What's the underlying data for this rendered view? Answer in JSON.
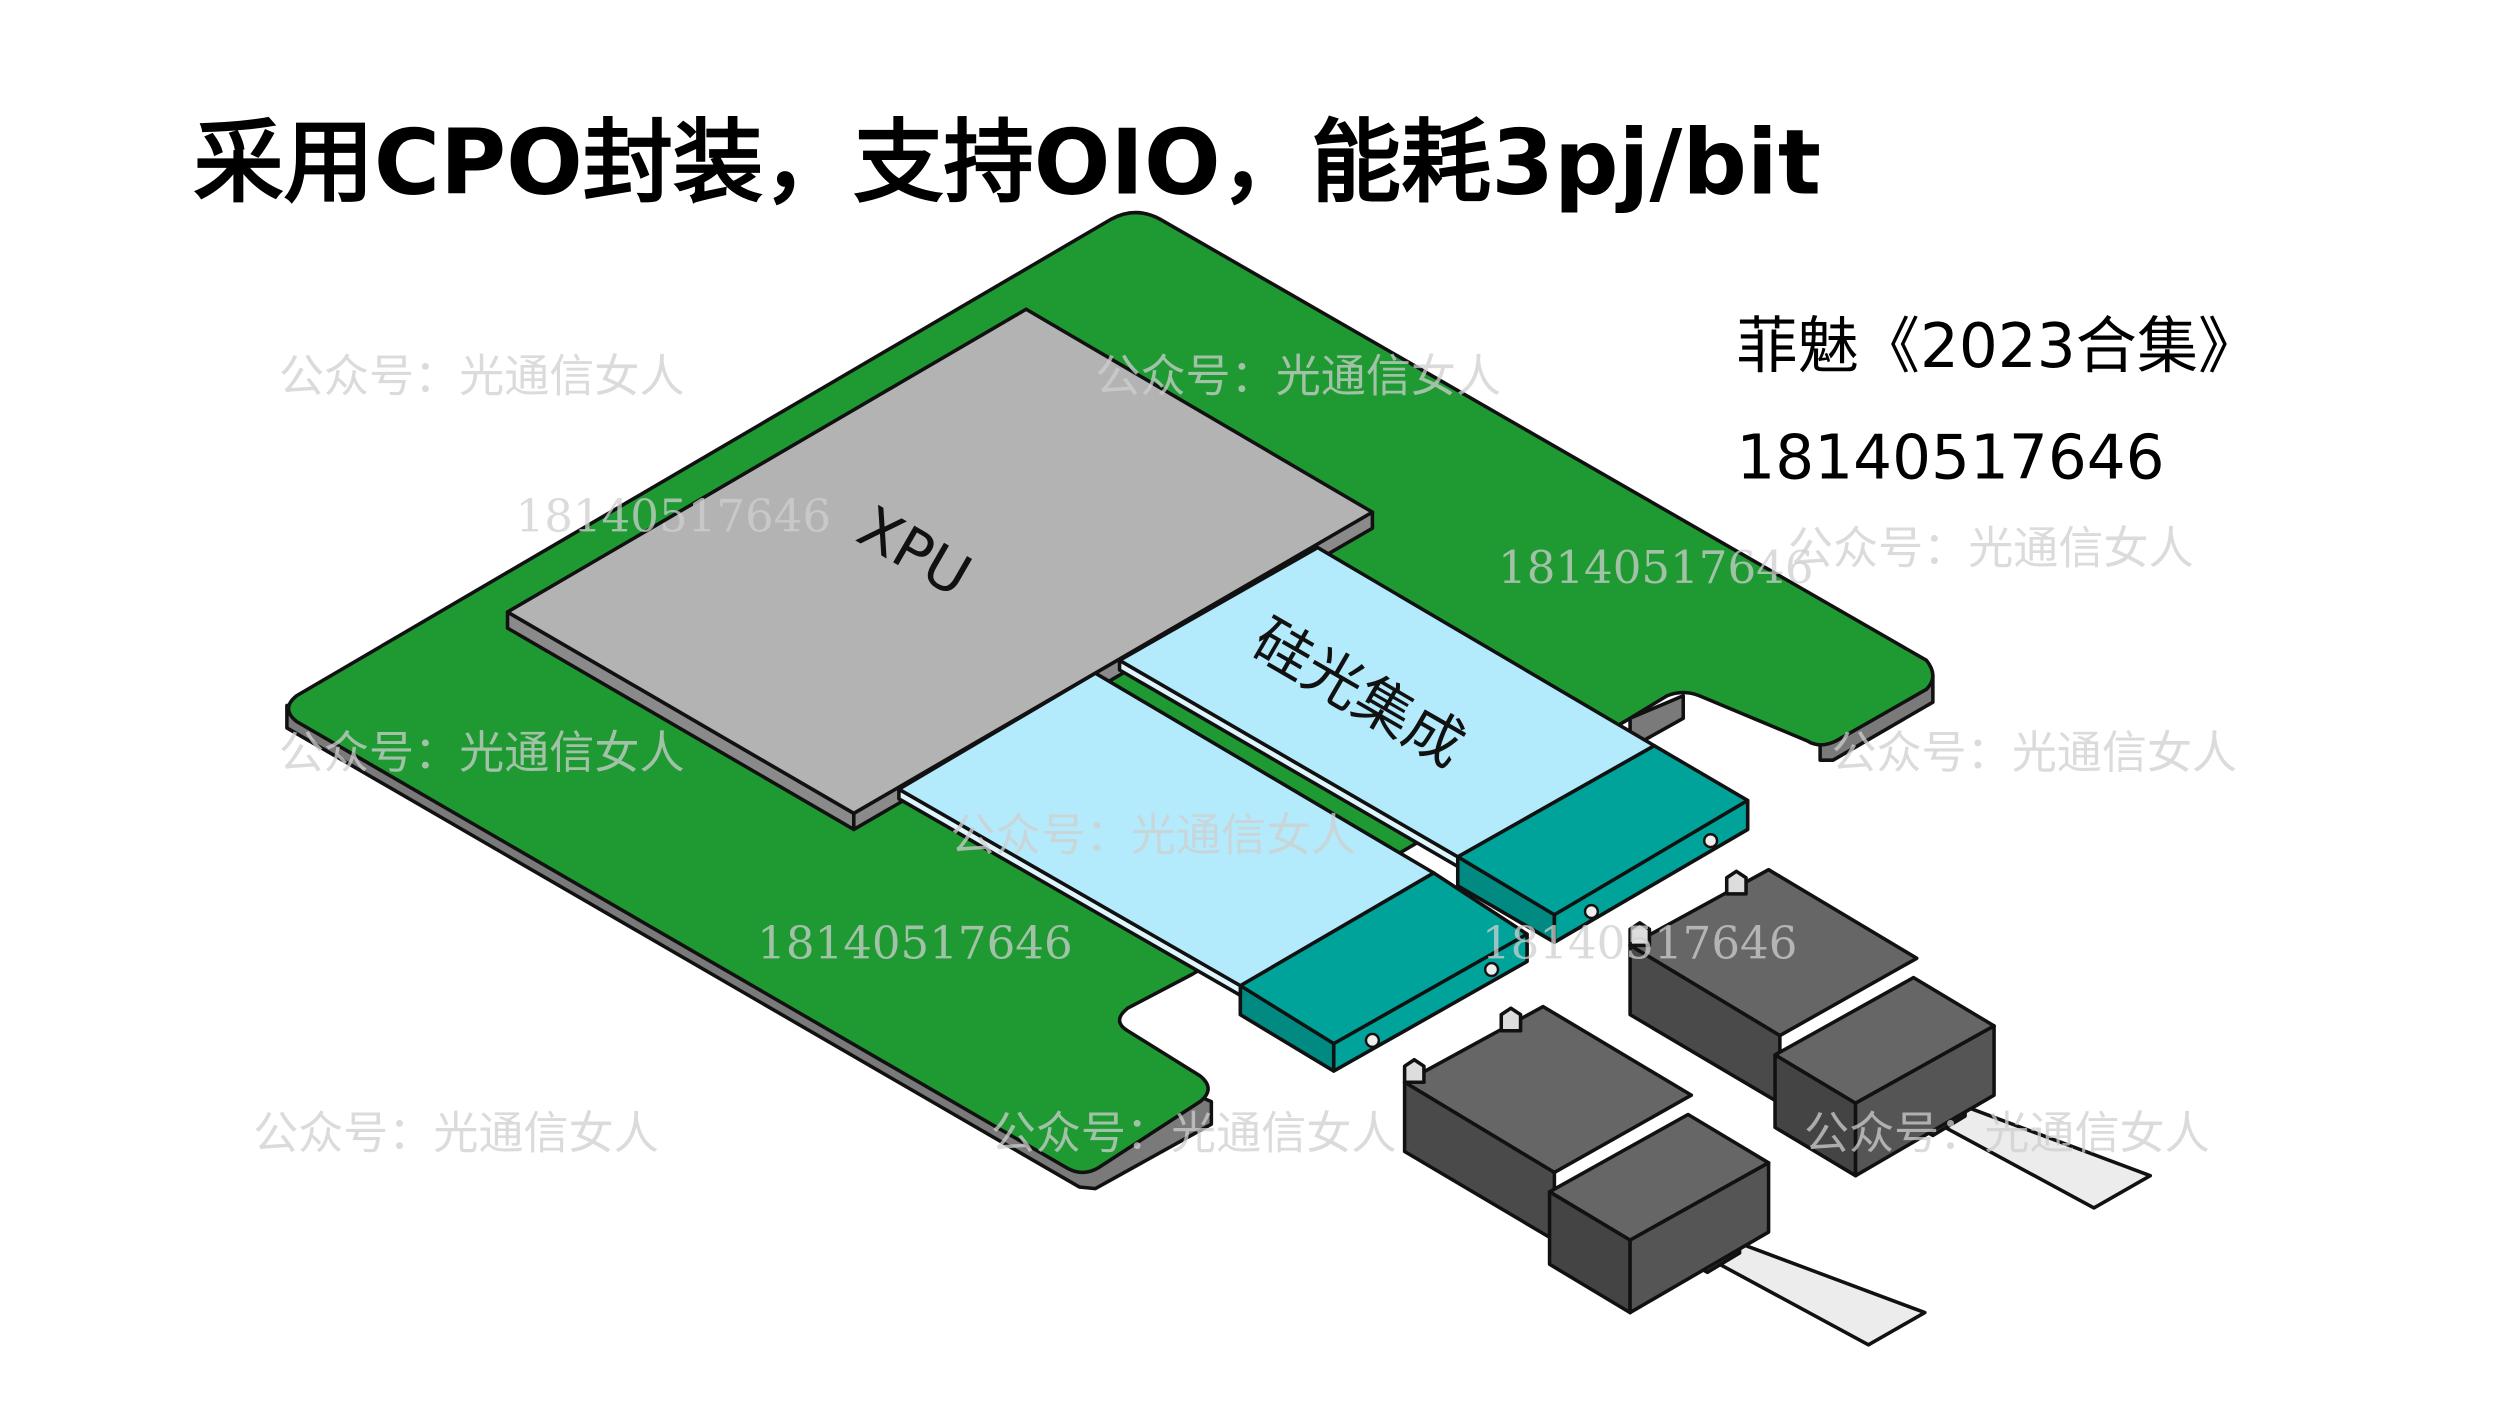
{
  "title": "采用CPO封装，支持OIO，能耗3pj/bit",
  "side_note": {
    "collection": "菲魅《2023合集》",
    "phone": "18140517646"
  },
  "labels": {
    "xpu": "XPU",
    "silicon_photonics": "硅光集成"
  },
  "watermark": {
    "account": "公众号：光通信女人",
    "number": "18140517646"
  },
  "colors": {
    "board": "#1f9a33",
    "board_edge": "#7a7a7a",
    "xpu": "#b3b3b3",
    "photonics": "#b3ebfc",
    "coupler": "#00a39a",
    "connector": "#555555",
    "fiber": "#ececec"
  }
}
